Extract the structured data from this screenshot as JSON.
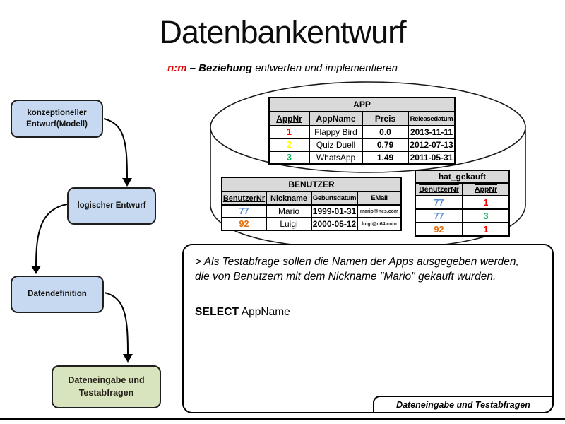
{
  "slide": {
    "title": "Datenbankentwurf",
    "subtitle": {
      "nm": "n:m",
      "mid": " – Beziehung ",
      "rest": "entwerfen und implementieren"
    }
  },
  "flowchart": {
    "step1_line1": "konzeptioneller",
    "step1_line2": "Entwurf(Modell)",
    "step2": "logischer Entwurf",
    "step3": "Datendefinition",
    "step4_line1": "Dateneingabe und",
    "step4_line2": "Testabfragen"
  },
  "app_table": {
    "title": "APP",
    "columns": [
      "AppNr",
      "AppName",
      "Preis",
      "Releasedatum"
    ],
    "rows": [
      {
        "nr": "1",
        "color": "#ff0000",
        "name": "Flappy Bird",
        "preis": "0.0",
        "datum": "2013-11-11"
      },
      {
        "nr": "2",
        "color": "#ffff00",
        "name": "Quiz Duell",
        "preis": "0.79",
        "datum": "2012-07-13"
      },
      {
        "nr": "3",
        "color": "#00b050",
        "name": "WhatsApp",
        "preis": "1.49",
        "datum": "2011-05-31"
      }
    ]
  },
  "benutzer_table": {
    "title": "BENUTZER",
    "columns": [
      "BenutzerNr",
      "Nickname",
      "Geburtsdatum",
      "EMail"
    ],
    "rows": [
      {
        "nr": "77",
        "color": "#558ed5",
        "nick": "Mario",
        "geb": "1999-01-31",
        "email": "mario@nes.com"
      },
      {
        "nr": "92",
        "color": "#e36c0a",
        "nick": "Luigi",
        "geb": "2000-05-12",
        "email": "luigi@n64.com"
      }
    ]
  },
  "hat_gekauft_table": {
    "title": "hat_gekauft",
    "columns": [
      "BenutzerNr",
      "AppNr"
    ],
    "rows": [
      {
        "benutzer": "77",
        "bcolor": "#558ed5",
        "app": "1",
        "acolor": "#ff0000"
      },
      {
        "benutzer": "77",
        "bcolor": "#558ed5",
        "app": "3",
        "acolor": "#00b050"
      },
      {
        "benutzer": "92",
        "bcolor": "#e36c0a",
        "app": "1",
        "acolor": "#ff0000"
      }
    ]
  },
  "query_box": {
    "line1": "> Als Testabfrage sollen die Namen der Apps ausgegeben werden,",
    "line2": "die von Benutzern mit dem Nickname \"Mario\" gekauft wurden.",
    "sql_keyword": "SELECT",
    "sql_rest": " AppName",
    "footer": "Dateneingabe und Testabfragen"
  },
  "colors": {
    "accent_red": "#e00000",
    "flow_box_blue": "#c6d9f0",
    "flow_box_green": "#d7e4bd",
    "table_header_gray": "#d9d9d9",
    "key_red": "#ff0000",
    "key_yellow": "#ffff00",
    "key_green": "#00b050",
    "key_blue": "#558ed5",
    "key_orange": "#e36c0a"
  }
}
